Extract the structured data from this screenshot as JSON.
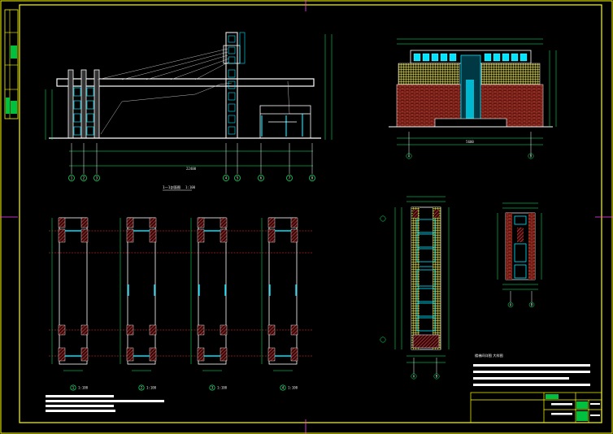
{
  "colors": {
    "background": "#000000",
    "frame": "#ffff00",
    "lines": "#ffffff",
    "dims": "#00ff66",
    "glass": "#00e5ff",
    "axis": "#ff3030",
    "hatch": "#ff6a6a",
    "brick": "#d04a3a",
    "pattern": "#e8e070"
  },
  "section": {
    "title": "1—1剖面图",
    "scale": "1:100",
    "axes": [
      "1",
      "2",
      "3",
      "4",
      "5",
      "6",
      "7",
      "8"
    ],
    "total_dim": "22400"
  },
  "elevation": {
    "axes": [
      "A",
      "B"
    ],
    "total_dim": "5600"
  },
  "plans": {
    "labels": [
      "1",
      "2",
      "3",
      "4"
    ],
    "scale": "1:100"
  },
  "detail": {
    "title": "楼梯间详图 大样图",
    "axes_left": [
      "A",
      "B"
    ],
    "axes_right": [
      "A",
      "B"
    ]
  },
  "icons": [
    "title-block-logo-icon"
  ]
}
